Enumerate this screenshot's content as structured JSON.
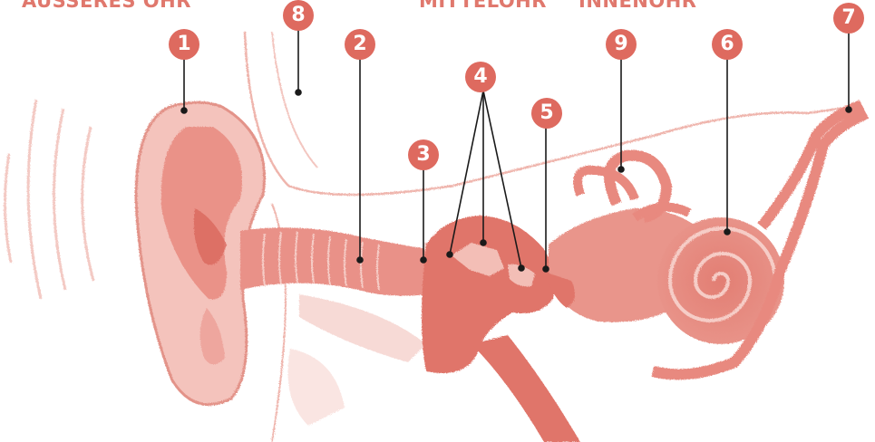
{
  "sections": {
    "outer": "ÄUSSERES OHR",
    "middle": "MITTELOHR",
    "inner": "INNENOHR"
  },
  "markers": {
    "m1": "1",
    "m2": "2",
    "m3": "3",
    "m4": "4",
    "m5": "5",
    "m6": "6",
    "m7": "7",
    "m8": "8",
    "m9": "9"
  },
  "colors": {
    "illustration": "#e8897f",
    "illustration_dark": "#d9675c",
    "badge": "#de6a5f",
    "line": "#1a1a1a"
  }
}
